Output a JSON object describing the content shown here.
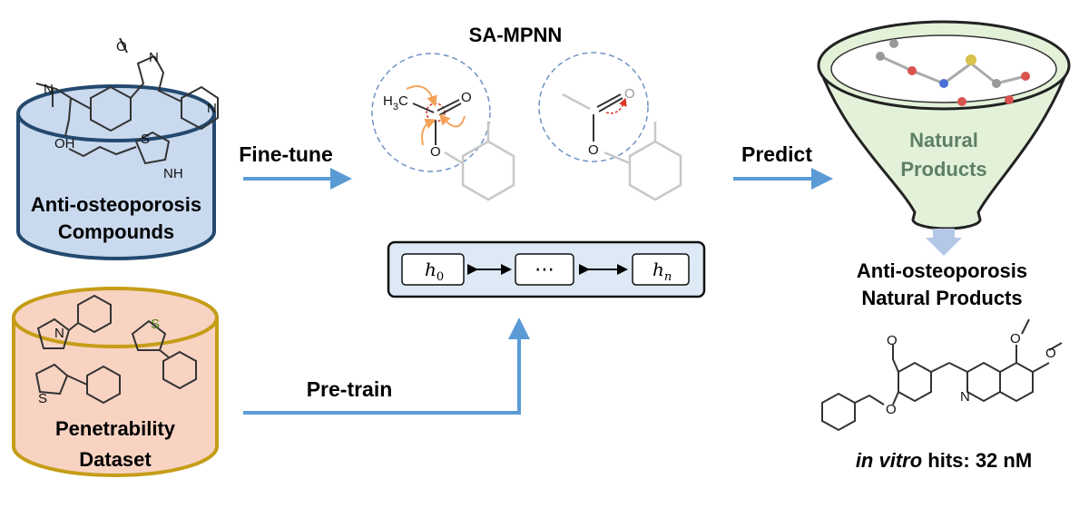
{
  "title": "SA-MPNN",
  "labels": {
    "finetune": "Fine-tune",
    "predict": "Predict",
    "pretrain": "Pre-train"
  },
  "cylinders": {
    "top": {
      "line1": "Anti-osteoporosis",
      "line2": "Compounds",
      "fill": "#c9d9ee",
      "stroke": "#24496f"
    },
    "bottom": {
      "line1": "Penetrability",
      "line2": "Dataset",
      "fill": "#f8d3c2",
      "stroke": "#c59d17"
    }
  },
  "funnel": {
    "line1": "Natural",
    "line2": "Products",
    "fill": "#e3f1d9",
    "stroke": "#222222",
    "text_color": "#5e8065"
  },
  "output": {
    "line1": "Anti-osteoporosis",
    "line2": "Natural Products"
  },
  "hits": {
    "italic": "in vitro",
    "rest": " hits: 32 nM"
  },
  "hidden": {
    "first_base": "h",
    "first_sub": "0",
    "middle": "⋯",
    "last_base": "h",
    "last_sub": "n"
  },
  "atoms": {
    "ch3": "H",
    "ch3_sub": "3",
    "ch3_c": "C",
    "o": "O",
    "oh": "OH",
    "n": "N",
    "nh": "NH",
    "s": "S"
  },
  "colors": {
    "arrow": "#5b9bd5",
    "box_fill": "#dde9f5",
    "circle": "#6f93c4",
    "orange": "#f4a259",
    "red": "#d9342b"
  }
}
